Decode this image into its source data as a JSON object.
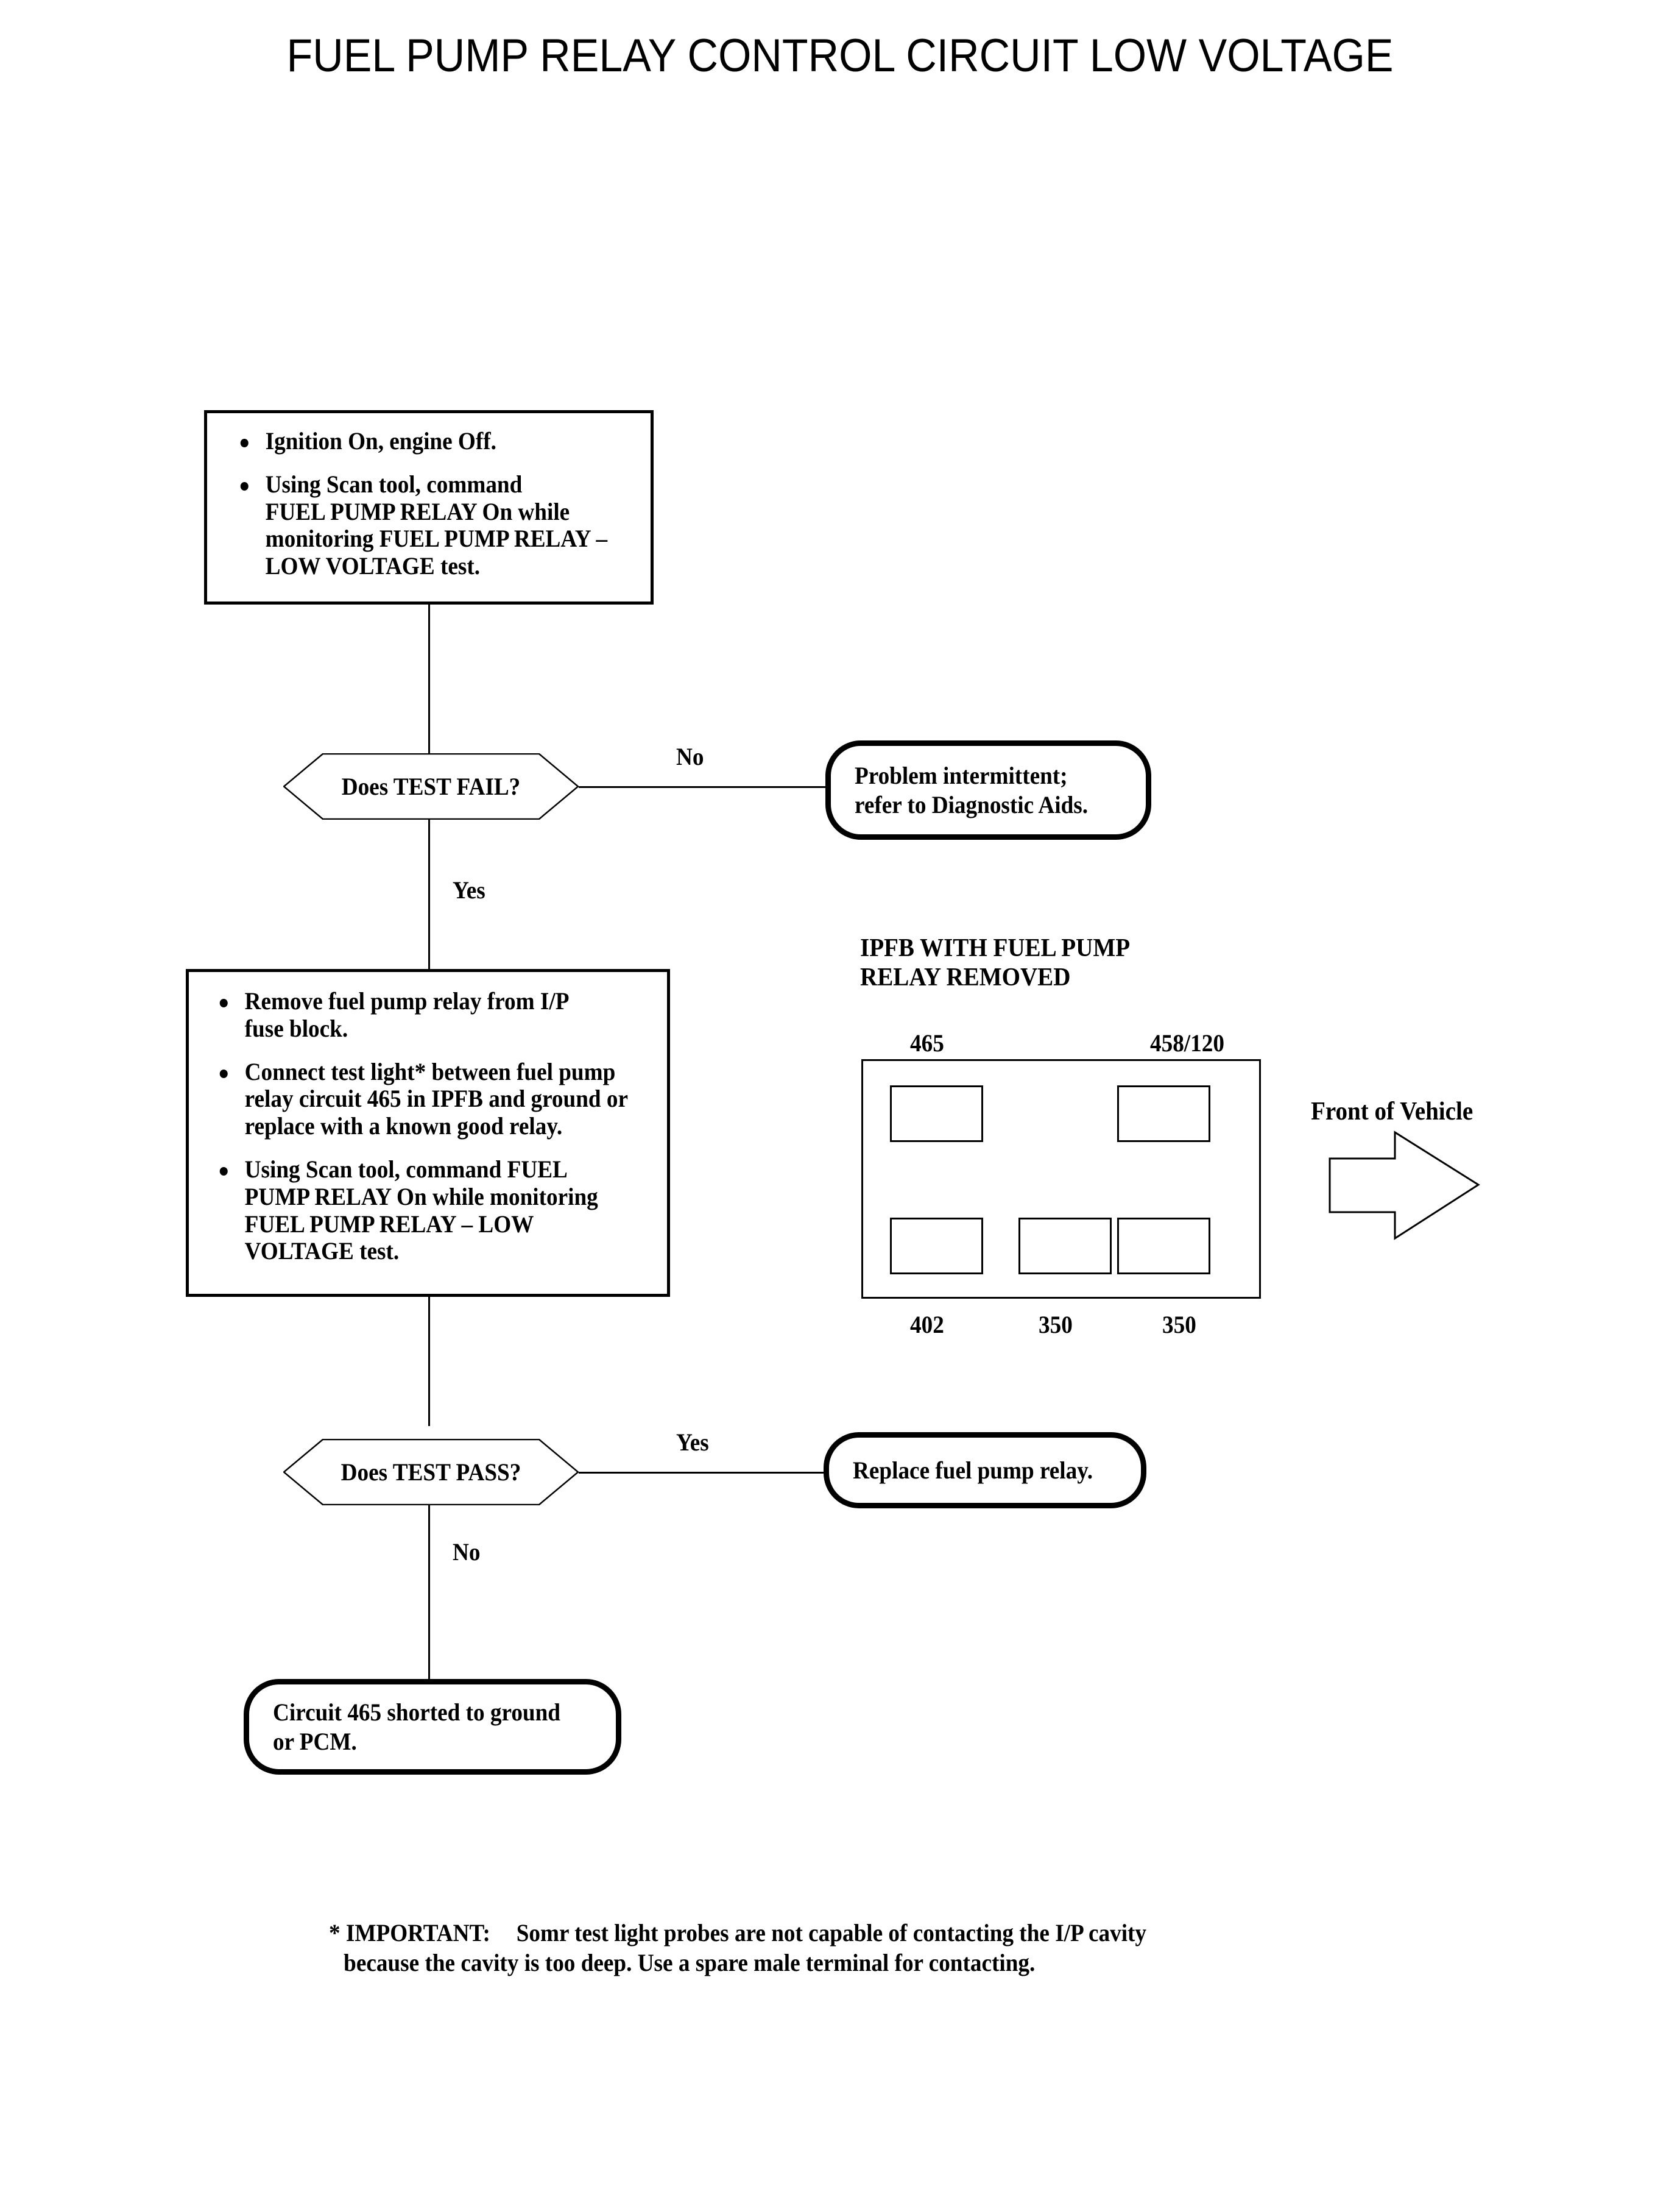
{
  "document": {
    "title": "FUEL PUMP RELAY CONTROL CIRCUIT LOW VOLTAGE"
  },
  "flow": {
    "step1": {
      "bullets": [
        "Ignition On, engine Off.",
        "Using Scan tool, command\nFUEL PUMP RELAY On while\nmonitoring FUEL PUMP RELAY –\nLOW VOLTAGE test."
      ]
    },
    "decision1": {
      "label": "Does TEST FAIL?",
      "no_label": "No",
      "yes_label": "Yes"
    },
    "result1": {
      "text": "Problem intermittent;\nrefer to Diagnostic Aids."
    },
    "step2": {
      "bullets": [
        "Remove fuel pump relay from I/P\nfuse block.",
        "Connect test light* between fuel pump\nrelay circuit 465 in IPFB and ground or\nreplace with a known good relay.",
        "Using Scan tool, command FUEL\nPUMP RELAY On while monitoring\nFUEL PUMP RELAY – LOW\nVOLTAGE test."
      ]
    },
    "decision2": {
      "label": "Does TEST PASS?",
      "yes_label": "Yes",
      "no_label": "No"
    },
    "result2": {
      "text": "Replace fuel pump relay."
    },
    "result3": {
      "text": "Circuit 465 shorted to ground\nor PCM."
    }
  },
  "ipfb": {
    "title": "IPFB WITH FUEL PUMP\nRELAY REMOVED",
    "top_labels": [
      {
        "text": "465"
      },
      {
        "text": "458/120"
      }
    ],
    "bottom_labels": [
      {
        "text": "402"
      },
      {
        "text": "350"
      },
      {
        "text": "350"
      }
    ],
    "front_of_vehicle_label": "Front of Vehicle"
  },
  "footnote": {
    "marker": "* IMPORTANT:",
    "line1": "Somr test light probes are not capable of contacting the I/P cavity",
    "line2": "because the cavity is too deep. Use a spare male terminal for contacting."
  },
  "colors": {
    "ink": "#000000",
    "paper": "#ffffff"
  }
}
